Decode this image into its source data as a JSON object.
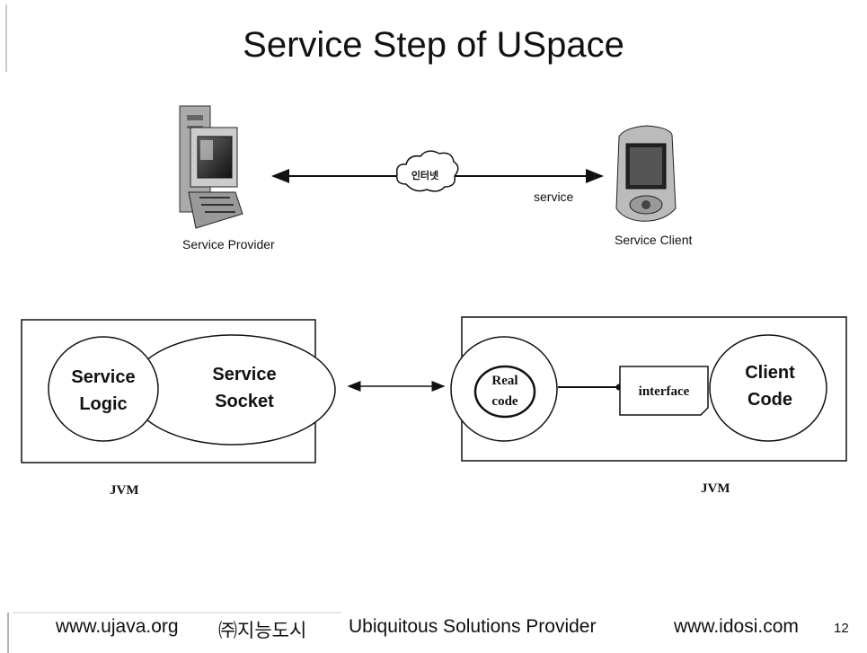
{
  "title": "Service Step of USpace",
  "top": {
    "provider_label": "Service Provider",
    "client_label": "Service Client",
    "cloud_label": "인터넷",
    "link_label": "service"
  },
  "left_jvm": {
    "service_logic": [
      "Service",
      "Logic"
    ],
    "service_socket": [
      "Service",
      "Socket"
    ],
    "label": "JVM"
  },
  "right_jvm": {
    "real_code": [
      "Real",
      "code"
    ],
    "interface": "interface",
    "client_code": [
      "Client",
      "Code"
    ],
    "label": "JVM"
  },
  "footer": {
    "url_left": "www.ujava.org",
    "company": "㈜지능도시",
    "tagline": "Ubiquitous Solutions Provider",
    "url_right": "www.idosi.com",
    "page_number": "12"
  }
}
